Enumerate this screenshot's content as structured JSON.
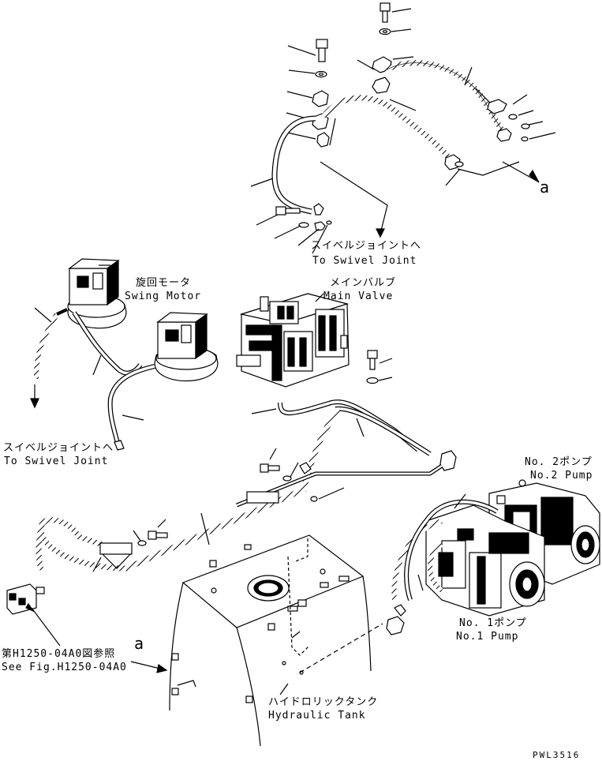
{
  "labels": {
    "swivel_top_jp": "スイベルジョイントへ",
    "swivel_top_en": "To Swivel Joint",
    "swing_motor_jp": "旋回モータ",
    "swing_motor_en": "Swing Motor",
    "main_valve_jp": "メインバルブ",
    "main_valve_en": "Main Valve",
    "swivel_left_jp": "スイベルジョイントへ",
    "swivel_left_en": "To Swivel Joint",
    "pump2_jp": "No. 2ポンプ",
    "pump2_en": "No.2 Pump",
    "pump1_jp": "No. 1ポンプ",
    "pump1_en": "No.1 Pump",
    "ref_jp": "第H1250-04A0図参照",
    "ref_en": "See Fig.H1250-04A0",
    "tank_jp": "ハイドロリックタンク",
    "tank_en": "Hydraulic Tank",
    "view_a_top": "a",
    "view_a_left": "a",
    "drawing_code": "PWL3516"
  }
}
